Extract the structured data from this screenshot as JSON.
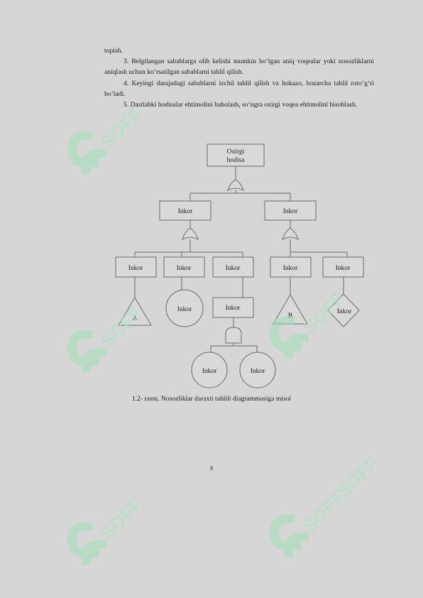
{
  "body": {
    "p1": "topish.",
    "p2": "3. Belgilangan sabablarga olib kelishi mumkin bo‘lgan aniq voqealar yoki nosozliklarni aniqlash uchun ko‘rsatilgan sabablarni tahlil qilish.",
    "p3": "4. Keyingi darajadagi sabablarni izchil tahlil qilish va hokazo, bozarcha tahlil roto‘g‘ri bo‘ladi.",
    "p4": "5. Dastlabki hodisalar ehtimolini baholash, so‘ngra oxirgi voqea ehtimolini hisoblash."
  },
  "diagram": {
    "top_event_line1": "Oxirgi",
    "top_event_line2": "hodisa",
    "node_label": "Inkor",
    "basic_a": "A",
    "basic_b": "B"
  },
  "caption": "1.2- rasm. Nosozliklar daraxti tahlili diagrammasiga misol",
  "page_number": "8",
  "colors": {
    "background": "#d6d6d6",
    "node_fill": "#d9d9d9",
    "stroke": "#6a6a6a",
    "watermark": "#9fe0b5"
  }
}
